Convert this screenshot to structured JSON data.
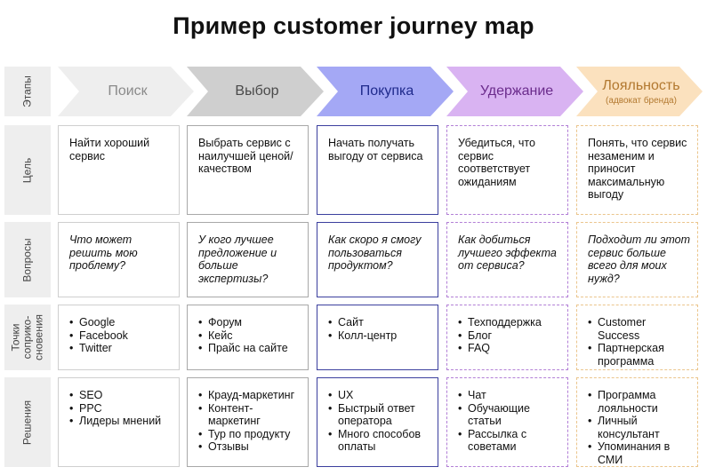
{
  "title": "Пример customer journey map",
  "row_labels": {
    "stages": "Этапы",
    "goal": "Цель",
    "questions": "Вопросы",
    "touchpoints": "Точки\nсоприко-\nсновения",
    "solutions": "Решения"
  },
  "stages": [
    {
      "name": "Поиск",
      "subtitle": "",
      "text_color": "#8a8a8a",
      "fill": "#eeeeee",
      "cell_border": "#cfcfcf",
      "border_style": "solid",
      "goal": "Найти хороший сервис",
      "question": "Что может решить мою проблему?",
      "touchpoints": [
        "Google",
        "Facebook",
        "Twitter"
      ],
      "solutions": [
        "SEO",
        "PPC",
        "Лидеры мнений"
      ]
    },
    {
      "name": "Выбор",
      "subtitle": "",
      "text_color": "#4a4a4a",
      "fill": "#cfcfcf",
      "cell_border": "#a8a8a8",
      "border_style": "solid",
      "goal": "Выбрать сервис с наилучшей ценой/качеством",
      "question": "У кого лучшее предложение и больше экспертизы?",
      "touchpoints": [
        "Форум",
        "Кейс",
        "Прайс на сайте"
      ],
      "solutions": [
        "Крауд-маркетинг",
        "Контент-маркетинг",
        "Тур по продукту",
        "Отзывы"
      ]
    },
    {
      "name": "Покупка",
      "subtitle": "",
      "text_color": "#1f2a8c",
      "fill": "#a4a8f5",
      "cell_border": "#3b3f9e",
      "border_style": "solid",
      "goal": "Начать получать выгоду от сервиса",
      "question": "Как скоро я смогу пользоваться продуктом?",
      "touchpoints": [
        "Сайт",
        "Колл-центр"
      ],
      "solutions": [
        "UX",
        "Быстрый ответ оператора",
        "Много способов оплаты"
      ]
    },
    {
      "name": "Удержание",
      "subtitle": "",
      "text_color": "#6b2c8c",
      "fill": "#d9b3f2",
      "cell_border": "#b27fd6",
      "border_style": "dashed",
      "goal": "Убедиться, что сервис соответствует ожиданиям",
      "question": "Как добиться лучшего эффекта от сервиса?",
      "touchpoints": [
        "Техподдержка",
        "Блог",
        "FAQ"
      ],
      "solutions": [
        "Чат",
        "Обучающие статьи",
        "Рассылка с советами"
      ]
    },
    {
      "name": "Лояльность",
      "subtitle": "(адвокат бренда)",
      "text_color": "#b2782f",
      "fill": "#fbe1be",
      "cell_border": "#ebc58c",
      "border_style": "dashed",
      "goal": "Понять, что сервис незаменим и приносит максимальную выгоду",
      "question": "Подходит ли этот сервис больше всего для моих нужд?",
      "touchpoints": [
        "Customer Success",
        "Партнерская программа"
      ],
      "solutions": [
        "Программа лояльности",
        "Личный консультант",
        "Упоминания в СМИ"
      ]
    }
  ]
}
